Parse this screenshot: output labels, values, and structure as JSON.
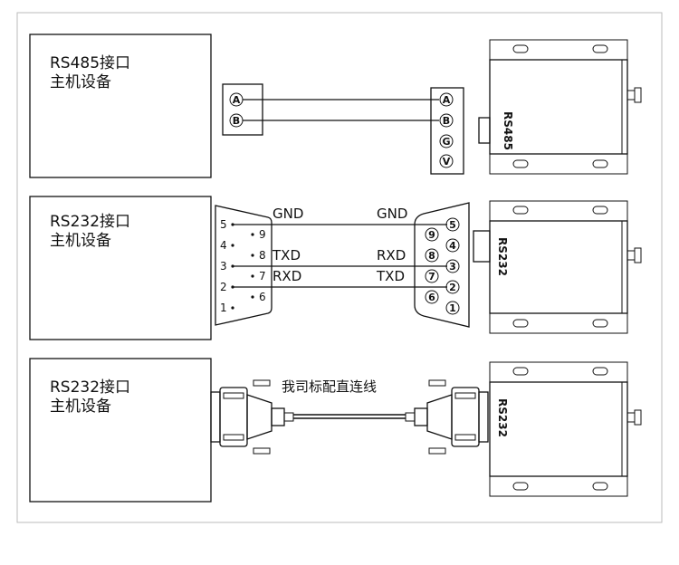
{
  "host1": {
    "line1": "RS485接口",
    "line2": "主机设备"
  },
  "host2": {
    "line1": "RS232接口",
    "line2": "主机设备"
  },
  "host3": {
    "line1": "RS232接口",
    "line2": "主机设备"
  },
  "rs485_terminals_left": [
    "A",
    "B"
  ],
  "rs485_terminals_right": [
    "A",
    "B",
    "G",
    "V"
  ],
  "device_labels": {
    "d1": "RS485",
    "d2": "RS232",
    "d3": "RS232"
  },
  "db9_male_pins": {
    "left_col": [
      "5",
      "4",
      "3",
      "2",
      "1"
    ],
    "right_col": [
      "9",
      "8",
      "7",
      "6"
    ]
  },
  "db9_female_pins": {
    "left_col": [
      "9",
      "8",
      "7",
      "6"
    ],
    "right_col": [
      "5",
      "4",
      "3",
      "2",
      "1"
    ]
  },
  "signals": {
    "left": [
      "GND",
      "TXD",
      "RXD"
    ],
    "right": [
      "GND",
      "RXD",
      "TXD"
    ]
  },
  "cable_label": "我司标配直连线"
}
